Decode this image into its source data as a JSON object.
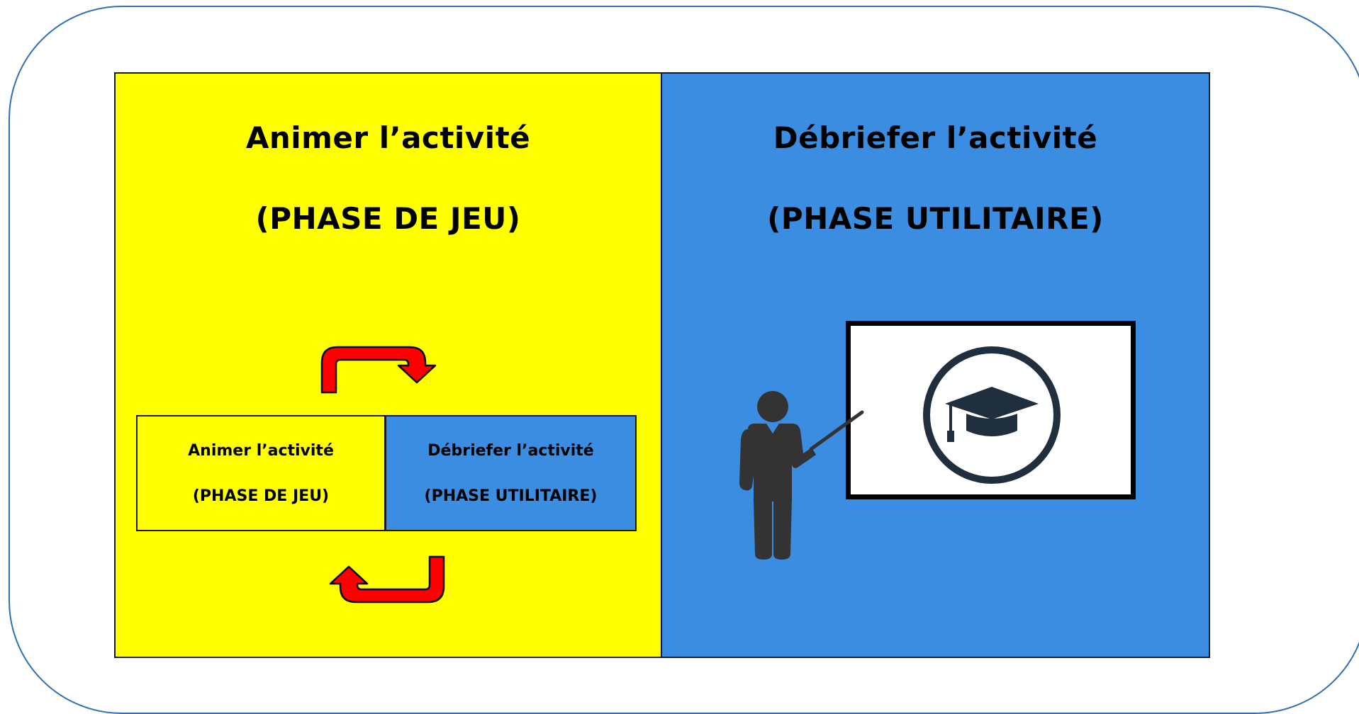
{
  "left_panel": {
    "title": "Animer l’activité",
    "subtitle": "(PHASE DE JEU)"
  },
  "right_panel": {
    "title": "Débriefer l’activité",
    "subtitle": "(PHASE UTILITAIRE)"
  },
  "cycle": {
    "left_title": "Animer l’activité",
    "left_subtitle": "(PHASE DE JEU)",
    "right_title": "Débriefer l’activité",
    "right_subtitle": "(PHASE UTILITAIRE)"
  },
  "icons": {
    "top_arrow": "curved-arrow-right-icon",
    "bottom_arrow": "curved-arrow-left-icon",
    "teacher": "teacher-icon",
    "board": "presentation-board-icon",
    "graduation": "graduation-cap-icon"
  },
  "colors": {
    "left_panel": "#ffff00",
    "right_panel": "#3a8de0",
    "arrow": "#ff0000",
    "frame": "#2f6fb3",
    "icon_dark": "#333333"
  }
}
